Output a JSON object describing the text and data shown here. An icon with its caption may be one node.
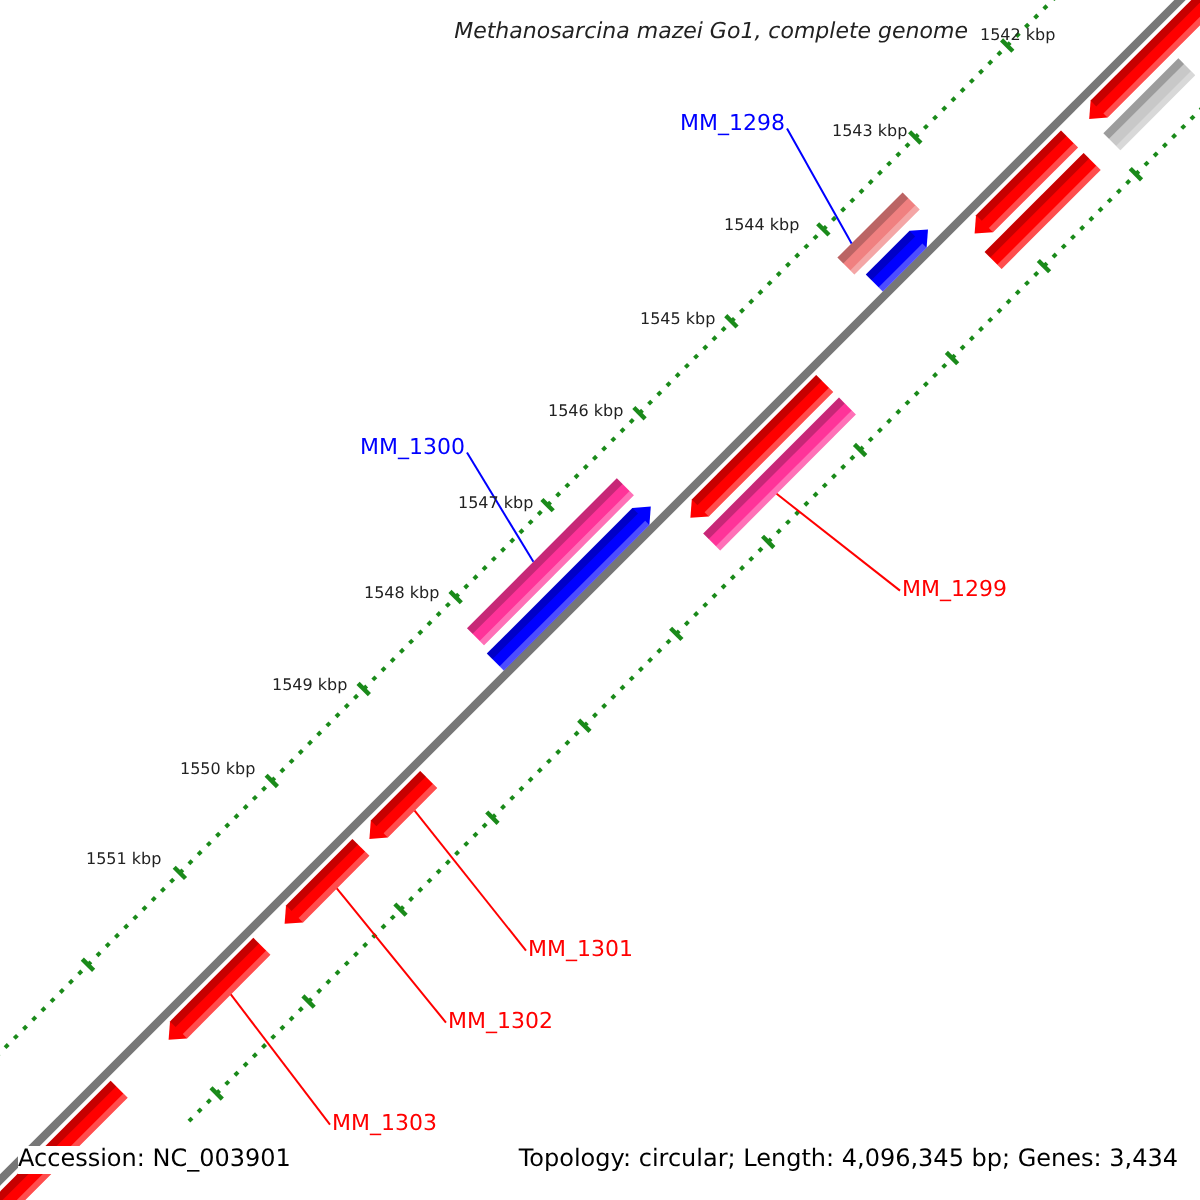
{
  "diagram": {
    "title": "Methanosarcina mazei Go1, complete genome",
    "nodes": [
      {
        "text": [],
        "shape": "pentagon"
      },
      {
        "text": [],
        "shape": "bar"
      },
      {
        "text": [
          "MM_1298"
        ]
      },
      {
        "text": [],
        "shape": "pentagon"
      },
      {
        "text": [],
        "shape": "bar"
      },
      {
        "text": [],
        "shape": "bar"
      },
      {
        "text": [],
        "shape": "pentagon"
      },
      {
        "text": [
          "MM_1300"
        ]
      },
      {
        "text": [],
        "shape": "pentagon"
      },
      {
        "text": [],
        "shape": "bar"
      },
      {
        "text": [],
        "shape": "bar"
      },
      {
        "text": [],
        "shape": "pentagon"
      },
      {
        "text": [
          "MM_1299"
        ]
      },
      {
        "text": [],
        "shape": "pentagon"
      },
      {
        "text": [],
        "shape": "pentagon"
      },
      {
        "text": [
          "MM_1301"
        ]
      },
      {
        "text": [],
        "shape": "pentagon"
      },
      {
        "text": [
          "MM_1302"
        ]
      },
      {
        "text": [],
        "shape": "bar"
      },
      {
        "text": [
          "MM_1303"
        ]
      }
    ],
    "edges": [
      {
        "from": 2,
        "to": 5,
        "arrow": "none",
        "color": "#0000ff"
      },
      {
        "from": 7,
        "to": 10,
        "arrow": "none",
        "color": "#0000ff"
      },
      {
        "from": 12,
        "to": 9,
        "arrow": "none"
      },
      {
        "from": 15,
        "to": 13,
        "arrow": "none"
      },
      {
        "from": 17,
        "to": 14,
        "arrow": "none"
      },
      {
        "from": 19,
        "to": 16,
        "arrow": "none"
      }
    ],
    "labels": [
      "1542 kbp",
      "1543 kbp",
      "1544 kbp",
      "1545 kbp",
      "1546 kbp",
      "1547 kbp",
      "1548 kbp",
      "1549 kbp",
      "1550 kbp",
      "1551 kbp",
      "Accession: NC_003901",
      "Topology: circular; Length: 4,096,345 bp; Genes: 3,434"
    ]
  }
}
